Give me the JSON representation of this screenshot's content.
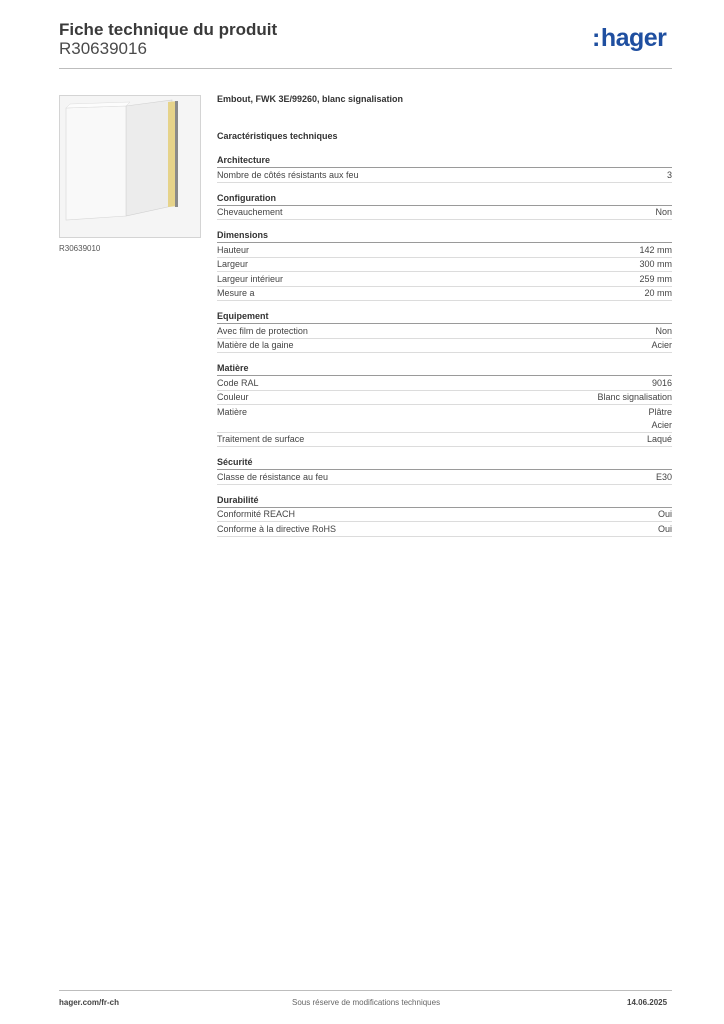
{
  "header": {
    "title": "Fiche technique du produit",
    "reference": "R30639016",
    "logo_text": "hager",
    "logo_colon": ":",
    "logo_color": "#1f4fa0"
  },
  "image": {
    "caption": "R30639010"
  },
  "product": {
    "name": "Embout, FWK 3E/99260, blanc signalisation",
    "specs_title": "Caractéristiques techniques"
  },
  "sections": [
    {
      "title": "Architecture",
      "rows": [
        {
          "label": "Nombre de côtés résistants aux feu",
          "value": [
            "3"
          ]
        }
      ]
    },
    {
      "title": "Configuration",
      "rows": [
        {
          "label": "Chevauchement",
          "value": [
            "Non"
          ]
        }
      ]
    },
    {
      "title": "Dimensions",
      "rows": [
        {
          "label": "Hauteur",
          "value": [
            "142 mm"
          ]
        },
        {
          "label": "Largeur",
          "value": [
            "300 mm"
          ]
        },
        {
          "label": "Largeur intérieur",
          "value": [
            "259 mm"
          ]
        },
        {
          "label": "Mesure a",
          "value": [
            "20 mm"
          ]
        }
      ]
    },
    {
      "title": "Equipement",
      "rows": [
        {
          "label": "Avec film de protection",
          "value": [
            "Non"
          ]
        },
        {
          "label": "Matière de la gaine",
          "value": [
            "Acier"
          ]
        }
      ]
    },
    {
      "title": "Matière",
      "rows": [
        {
          "label": "Code RAL",
          "value": [
            "9016"
          ]
        },
        {
          "label": "Couleur",
          "value": [
            "Blanc signalisation"
          ]
        },
        {
          "label": "Matière",
          "value": [
            "Plâtre",
            "Acier"
          ]
        },
        {
          "label": "Traitement de surface",
          "value": [
            "Laqué"
          ]
        }
      ]
    },
    {
      "title": "Sécurité",
      "rows": [
        {
          "label": "Classe de résistance au feu",
          "value": [
            "E30"
          ]
        }
      ]
    },
    {
      "title": "Durabilité",
      "rows": [
        {
          "label": "Conformité REACH",
          "value": [
            "Oui"
          ]
        },
        {
          "label": "Conforme à la directive RoHS",
          "value": [
            "Oui"
          ]
        }
      ]
    }
  ],
  "footer": {
    "left": "hager.com/fr-ch",
    "center": "Sous réserve de modifications techniques",
    "right": "14.06.2025"
  }
}
